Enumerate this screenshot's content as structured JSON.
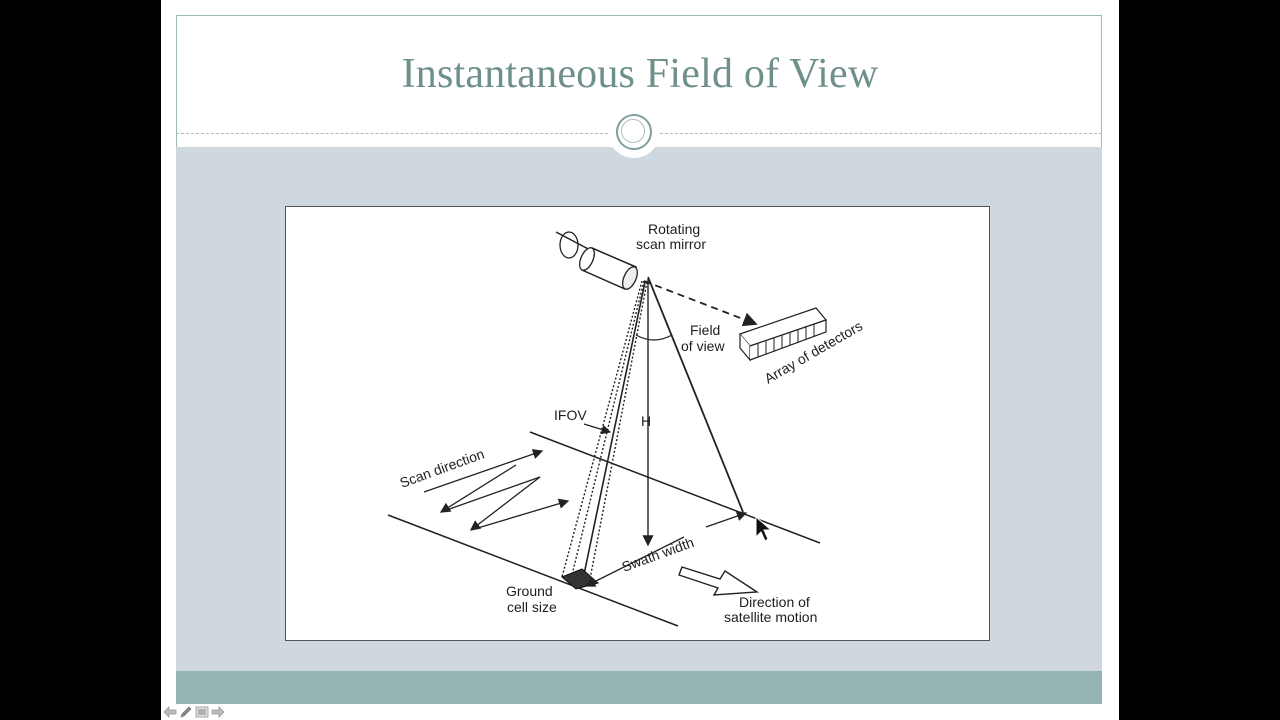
{
  "slide": {
    "title": "Instantaneous Field of View"
  },
  "diagram": {
    "labels": {
      "mirror_line1": "Rotating",
      "mirror_line2": "scan mirror",
      "fov_line1": "Field",
      "fov_line2": "of view",
      "detectors": "Array of detectors",
      "ifov": "IFOV",
      "height": "H",
      "scan_direction": "Scan direction",
      "swath_width": "Swath width",
      "ground_line1": "Ground",
      "ground_line2": "cell size",
      "motion_line1": "Direction of",
      "motion_line2": "satellite motion"
    }
  },
  "colors": {
    "title": "#6f8f8d",
    "content_band": "#cfd8de",
    "footer_band": "#93b4b2"
  },
  "nav": {
    "icons": [
      "previous-slide-icon",
      "pen-icon",
      "slide-menu-icon",
      "next-slide-icon"
    ]
  }
}
